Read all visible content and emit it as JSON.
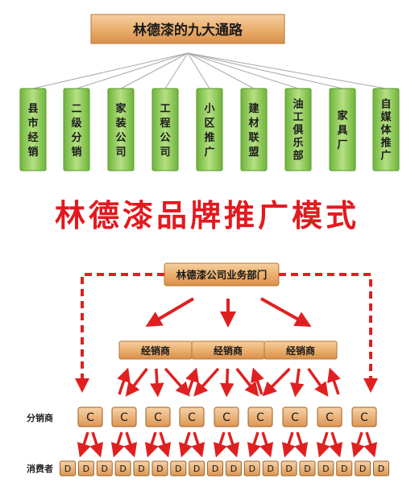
{
  "header": {
    "title": "林德漆的九大通路"
  },
  "channels": [
    {
      "label": "县市经销"
    },
    {
      "label": "二级分销"
    },
    {
      "label": "家装公司"
    },
    {
      "label": "工程公司"
    },
    {
      "label": "小区推广"
    },
    {
      "label": "建材联盟"
    },
    {
      "label": "油工俱乐部"
    },
    {
      "label": "家具厂"
    },
    {
      "label": "自媒体推广"
    }
  ],
  "model": {
    "title": "林德漆品牌推广模式",
    "department": "林德漆公司业务部门",
    "dealers": [
      "经销商",
      "经销商",
      "经销商"
    ],
    "distributor_label": "分销商",
    "distributor_mark": "C",
    "distributor_count": 9,
    "consumer_label": "消费者",
    "consumer_mark": "D",
    "consumer_count": 18
  },
  "colors": {
    "orange_box": "#e8a866",
    "green_box": "#8fc85a",
    "arrow_red": "#e02020",
    "title_red": "#e3191f"
  }
}
